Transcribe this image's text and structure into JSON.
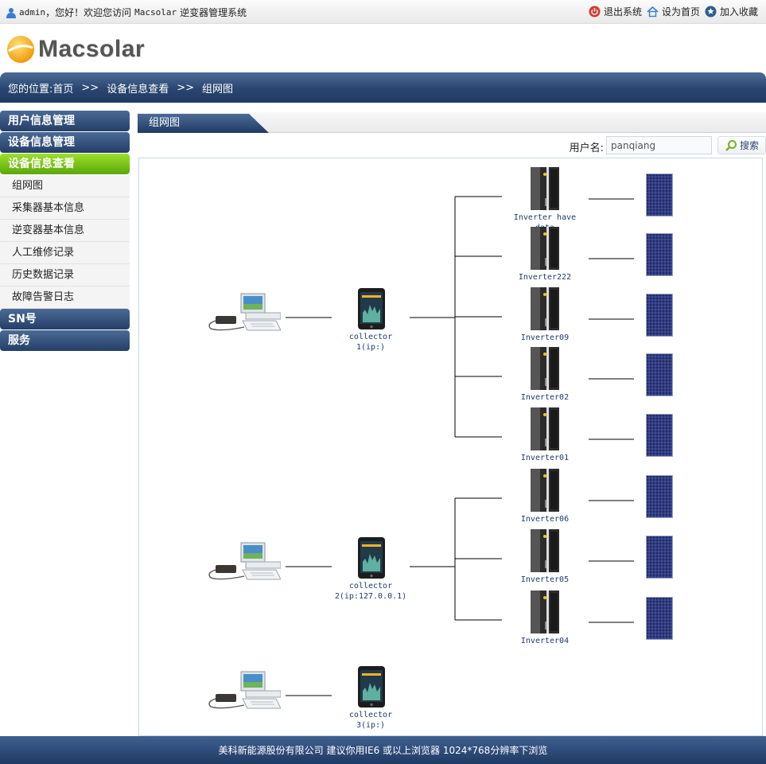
{
  "topbar": {
    "welcome_user": "admin",
    "welcome_text": "，您好！欢迎您访问",
    "welcome_brand": "Macsolar",
    "welcome_system": "逆变器管理系统",
    "logout": "退出系统",
    "set_home": "设为首页",
    "add_favorite": "加入收藏"
  },
  "logo": {
    "brand": "Macsolar"
  },
  "breadcrumb": {
    "prefix": "您的位置:首页",
    "sep": ">>",
    "level1": "设备信息查看",
    "level2": "组网图"
  },
  "sidebar": {
    "sections": [
      {
        "label": "用户信息管理"
      },
      {
        "label": "设备信息管理"
      },
      {
        "label": "设备信息查看"
      }
    ],
    "subitems": [
      "组网图",
      "采集器基本信息",
      "逆变器基本信息",
      "人工维修记录",
      "历史数据记录",
      "故障告警日志"
    ],
    "sections_after": [
      {
        "label": "SN号"
      },
      {
        "label": "服务"
      }
    ]
  },
  "content": {
    "tab": "组网图",
    "search_label": "用户名:",
    "search_value": "panqiang",
    "search_button": "搜索"
  },
  "network": {
    "groups": [
      {
        "collector_line1": "collector",
        "collector_line2": "1(ip:)",
        "inverters": [
          "Inverter have data",
          "Inverter222",
          "Inverter09",
          "Inverter02",
          "Inverter01"
        ]
      },
      {
        "collector_line1": "collector",
        "collector_line2": "2(ip:127.0.0.1)",
        "inverters": [
          "Inverter06",
          "Inverter05",
          "Inverter04"
        ]
      },
      {
        "collector_line1": "collector",
        "collector_line2": "3(ip:)",
        "inverters": []
      }
    ]
  },
  "footer": {
    "text": "美科新能源股份有限公司 建议你用IE6 或以上浏览器 1024*768分辨率下浏览"
  },
  "colors": {
    "nav_blue": "#2a4670",
    "active_green": "#7cc41b",
    "label_blue": "#1f3a6e"
  }
}
